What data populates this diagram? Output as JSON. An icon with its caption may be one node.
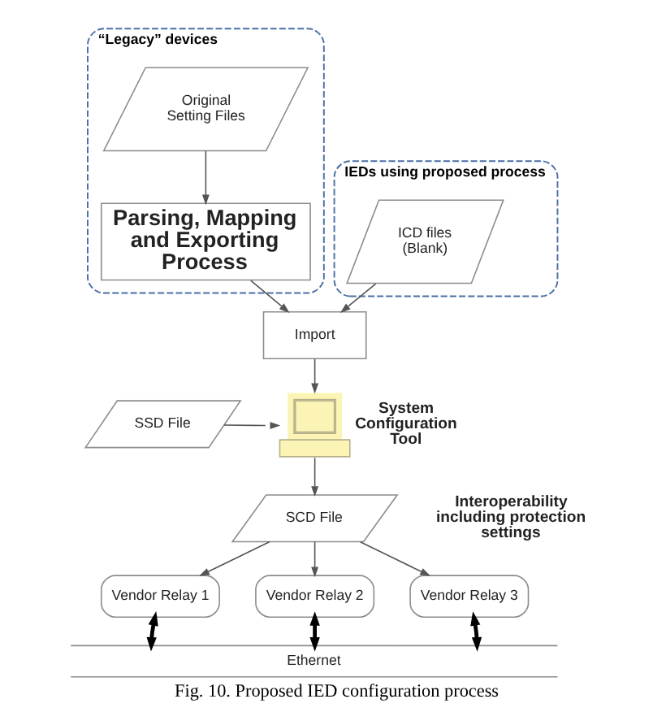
{
  "diagram": {
    "caption": "Fig. 10. Proposed IED configuration process",
    "nodes": [
      {
        "text": [
          "“Legacy” devices"
        ]
      },
      {
        "text": [
          "Original Setting Files"
        ],
        "in": 0
      },
      {
        "text": [
          "Parsing, Mapping and Exporting Process"
        ],
        "in": 0
      },
      {
        "text": [
          "IEDs using proposed process"
        ]
      },
      {
        "text": [
          "ICD files (Blank)"
        ],
        "in": 3
      },
      {
        "text": [
          "Import"
        ]
      },
      {
        "text": [
          "SSD File"
        ]
      },
      {
        "text": [],
        "shape": "picture",
        "beside": [
          "System Configuration Tool"
        ]
      },
      {
        "text": [
          "SCD File"
        ]
      },
      {
        "text": [
          "Vendor Relay 1"
        ]
      },
      {
        "text": [
          "Vendor Relay 2"
        ]
      },
      {
        "text": [
          "Vendor Relay 3"
        ]
      },
      {
        "text": [
          "Ethernet"
        ]
      }
    ],
    "edges": [
      {
        "from": 1,
        "to": 2,
        "arrow": "to"
      },
      {
        "from": 2,
        "to": 5,
        "arrow": "to"
      },
      {
        "from": 4,
        "to": 5,
        "arrow": "to"
      },
      {
        "from": 5,
        "to": 7,
        "arrow": "to"
      },
      {
        "from": 6,
        "to": 7,
        "arrow": "to"
      },
      {
        "from": 7,
        "to": 8,
        "arrow": "to"
      },
      {
        "from": 8,
        "to": 9,
        "arrow": "to"
      },
      {
        "from": 8,
        "to": 10,
        "arrow": "to"
      },
      {
        "from": 8,
        "to": 11,
        "arrow": "to"
      },
      {
        "from": 9,
        "to": 12,
        "arrow": "both",
        "style": "thick",
        "color": "#000000"
      },
      {
        "from": 10,
        "to": 12,
        "arrow": "both",
        "style": "thick",
        "color": "#000000"
      },
      {
        "from": 11,
        "to": 12,
        "arrow": "both",
        "style": "thick",
        "color": "#000000"
      }
    ],
    "labels": [
      "Interoperability including protection settings"
    ]
  }
}
